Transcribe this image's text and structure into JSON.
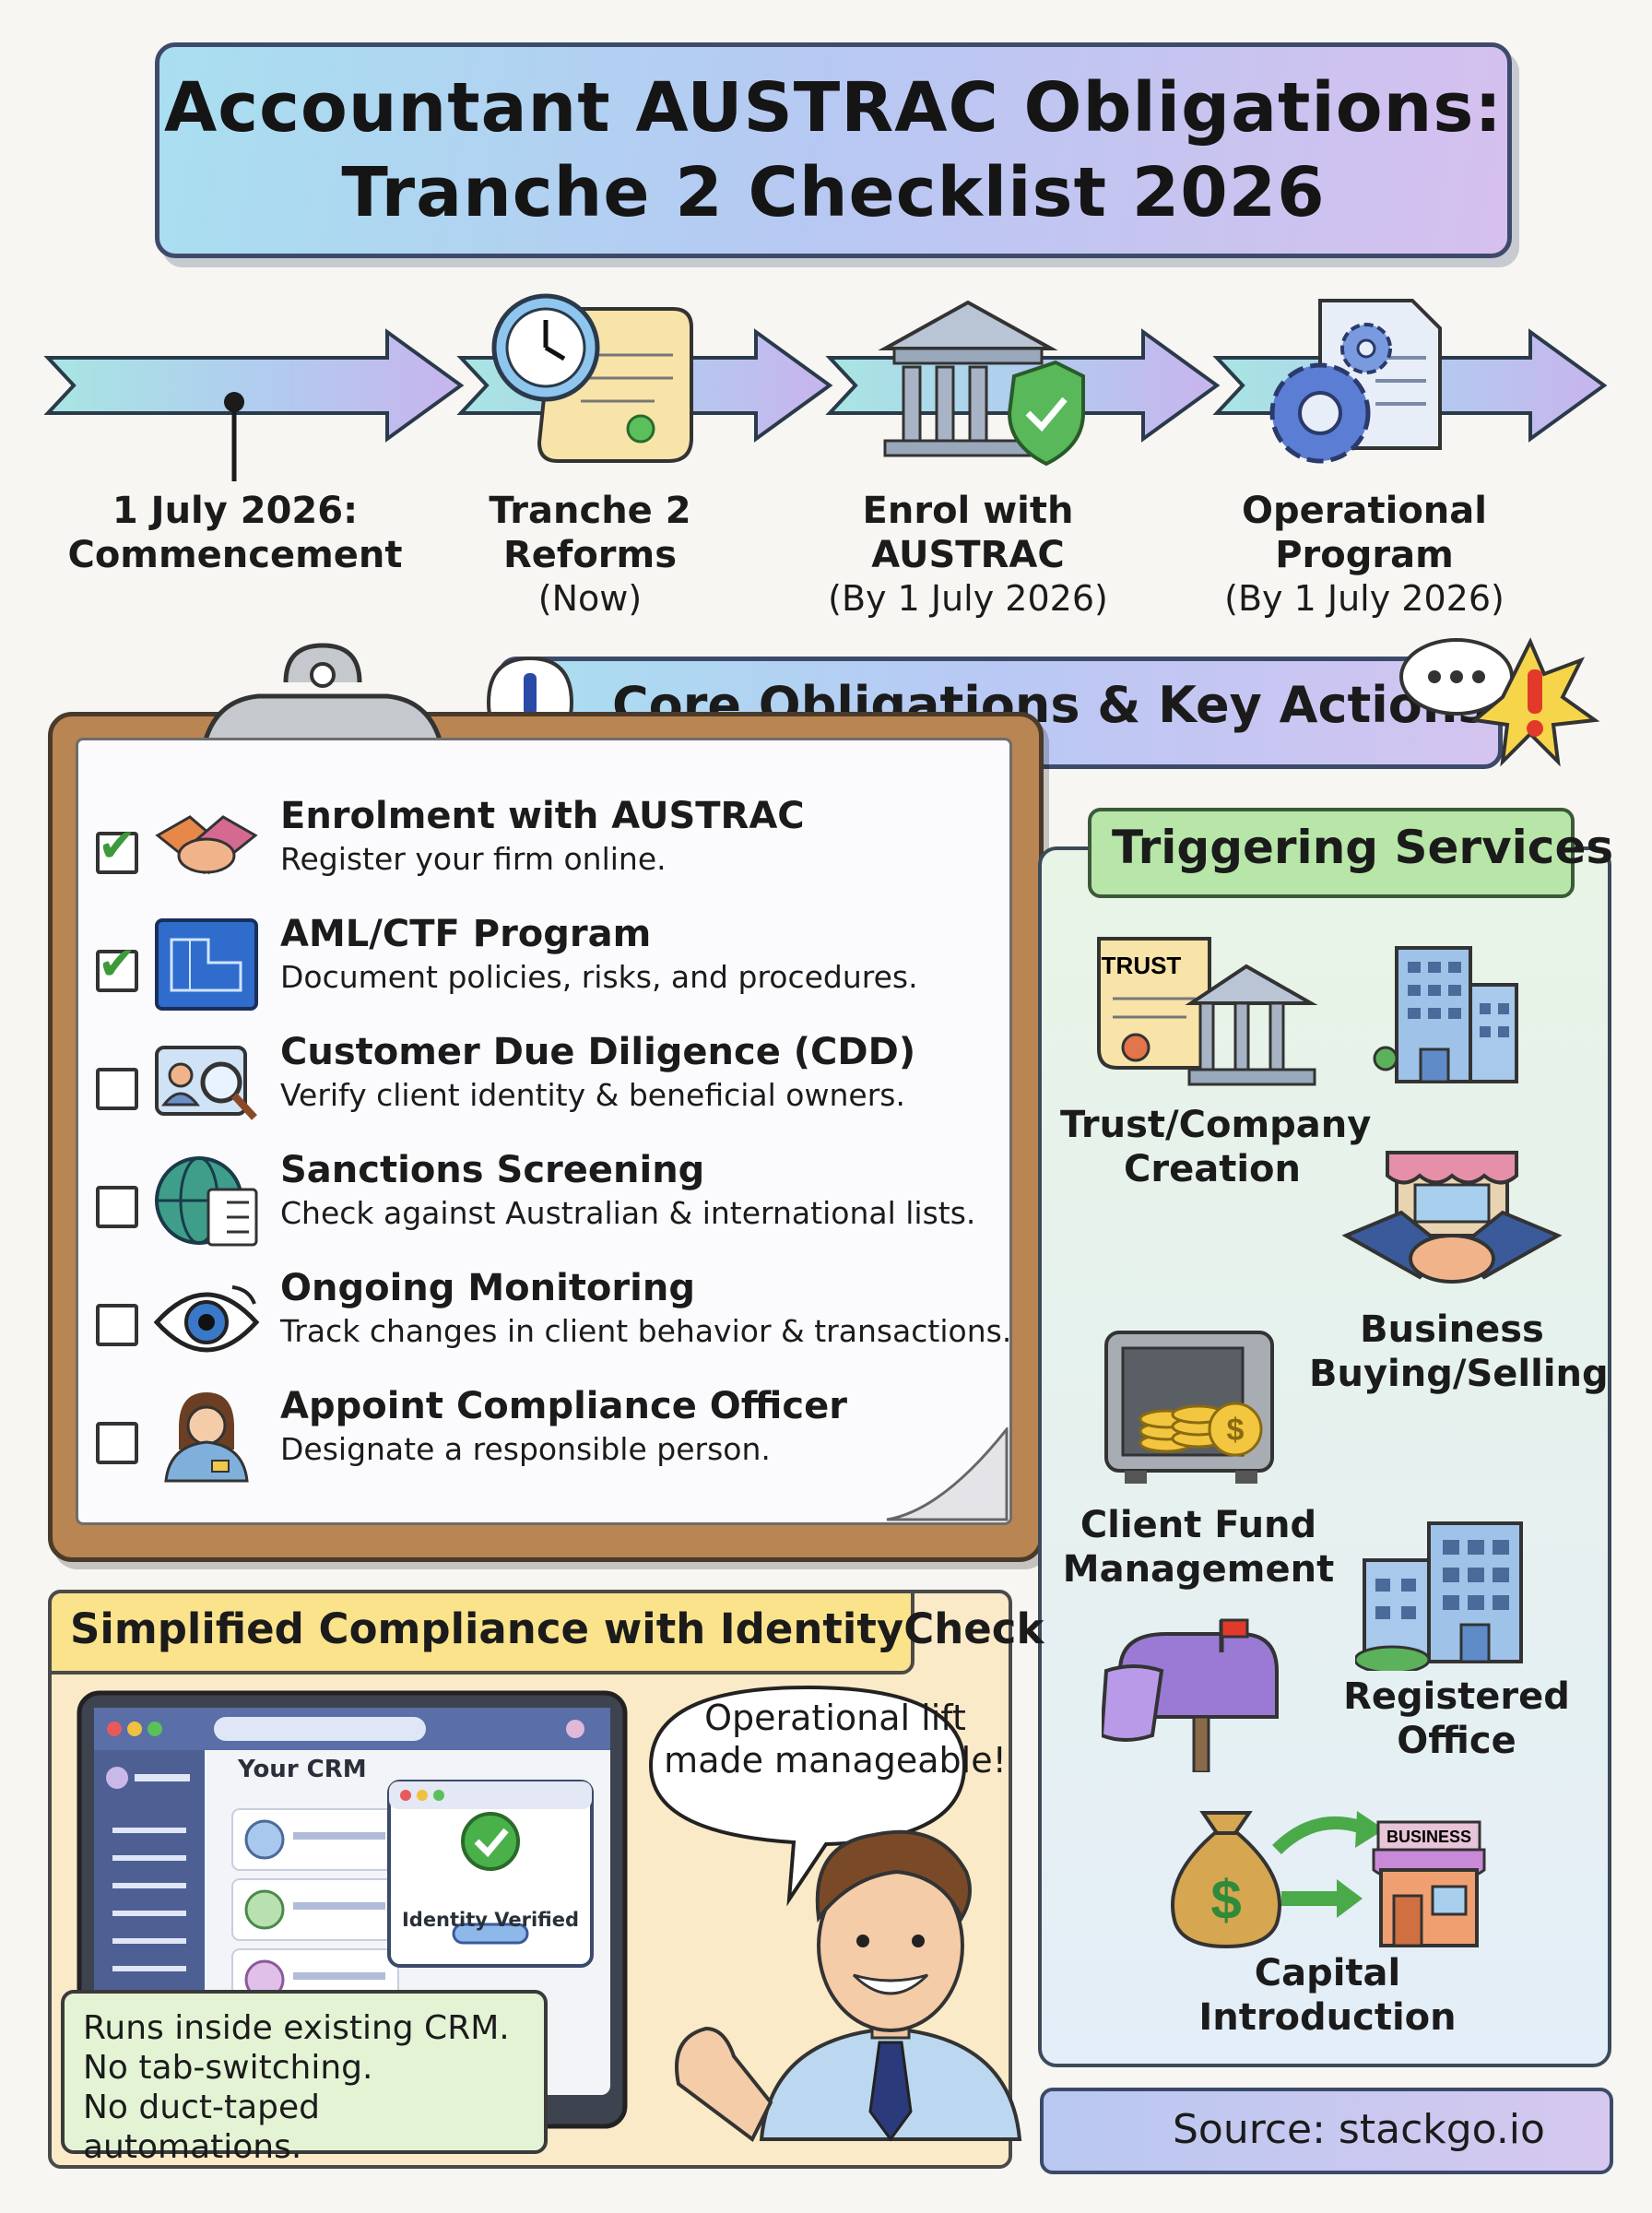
{
  "title": {
    "line1": "Accountant AUSTRAC Obligations:",
    "line2": "Tranche 2 Checklist 2026"
  },
  "timeline": [
    {
      "label1": "1 July 2026:",
      "label2": "Commencement",
      "sub": ""
    },
    {
      "label1": "Tranche 2",
      "label2": "Reforms",
      "sub": "(Now)"
    },
    {
      "label1": "Enrol with",
      "label2": "AUSTRAC",
      "sub": "(By 1 July 2026)"
    },
    {
      "label1": "Operational",
      "label2": "Program",
      "sub": "(By 1 July 2026)"
    }
  ],
  "core": {
    "heading": "Core Obligations & Key Actions",
    "items": [
      {
        "title": "Enrolment with AUSTRAC",
        "desc": "Register your firm online.",
        "checked": true,
        "icon": "handshake-icon"
      },
      {
        "title": "AML/CTF Program",
        "desc": "Document policies, risks, and procedures.",
        "checked": true,
        "icon": "blueprint-icon"
      },
      {
        "title": "Customer Due Diligence (CDD)",
        "desc": "Verify client identity & beneficial owners.",
        "checked": false,
        "icon": "id-card-magnifier-icon"
      },
      {
        "title": "Sanctions Screening",
        "desc": "Check against Australian & international lists.",
        "checked": false,
        "icon": "globe-checklist-icon"
      },
      {
        "title": "Ongoing Monitoring",
        "desc": "Track changes in client behavior & transactions.",
        "checked": false,
        "icon": "eye-icon"
      },
      {
        "title": "Appoint Compliance Officer",
        "desc": "Designate a responsible person.",
        "checked": false,
        "icon": "officer-icon"
      }
    ]
  },
  "triggering": {
    "heading": "Triggering Services",
    "trust_tag": "TRUST",
    "business_tag": "BUSINESS",
    "services": [
      {
        "line1": "Trust/Company",
        "line2": "Creation"
      },
      {
        "line1": "Business",
        "line2": "Buying/Selling"
      },
      {
        "line1": "Client Fund",
        "line2": "Management"
      },
      {
        "line1": "Registered",
        "line2": "Office"
      },
      {
        "line1": "Capital",
        "line2": "Introduction"
      }
    ]
  },
  "simplified": {
    "heading": "Simplified Compliance with IdentityCheck",
    "crm_label": "Your CRM",
    "verified_label": "Identity Verified",
    "speech": {
      "line1": "Operational lift",
      "line2": "made manageable!"
    },
    "notes": [
      "Runs inside existing CRM.",
      "No tab-switching.",
      "No duct-taped automations."
    ]
  },
  "source": "Source: stackgo.io"
}
